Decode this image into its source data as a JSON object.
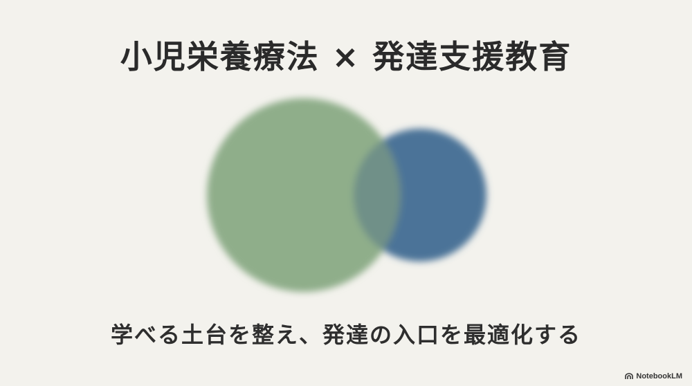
{
  "slide": {
    "title": "小児栄養療法 × 発達支援教育",
    "subtitle": "学べる土台を整え、発達の入口を最適化する"
  },
  "venn": {
    "left_circle_color": "#8fae8a",
    "right_circle_color": "#4c7398",
    "overlap_color": "#6f9088"
  },
  "branding": {
    "label": "NotebookLM",
    "icon": "notebooklm-logo-icon"
  }
}
